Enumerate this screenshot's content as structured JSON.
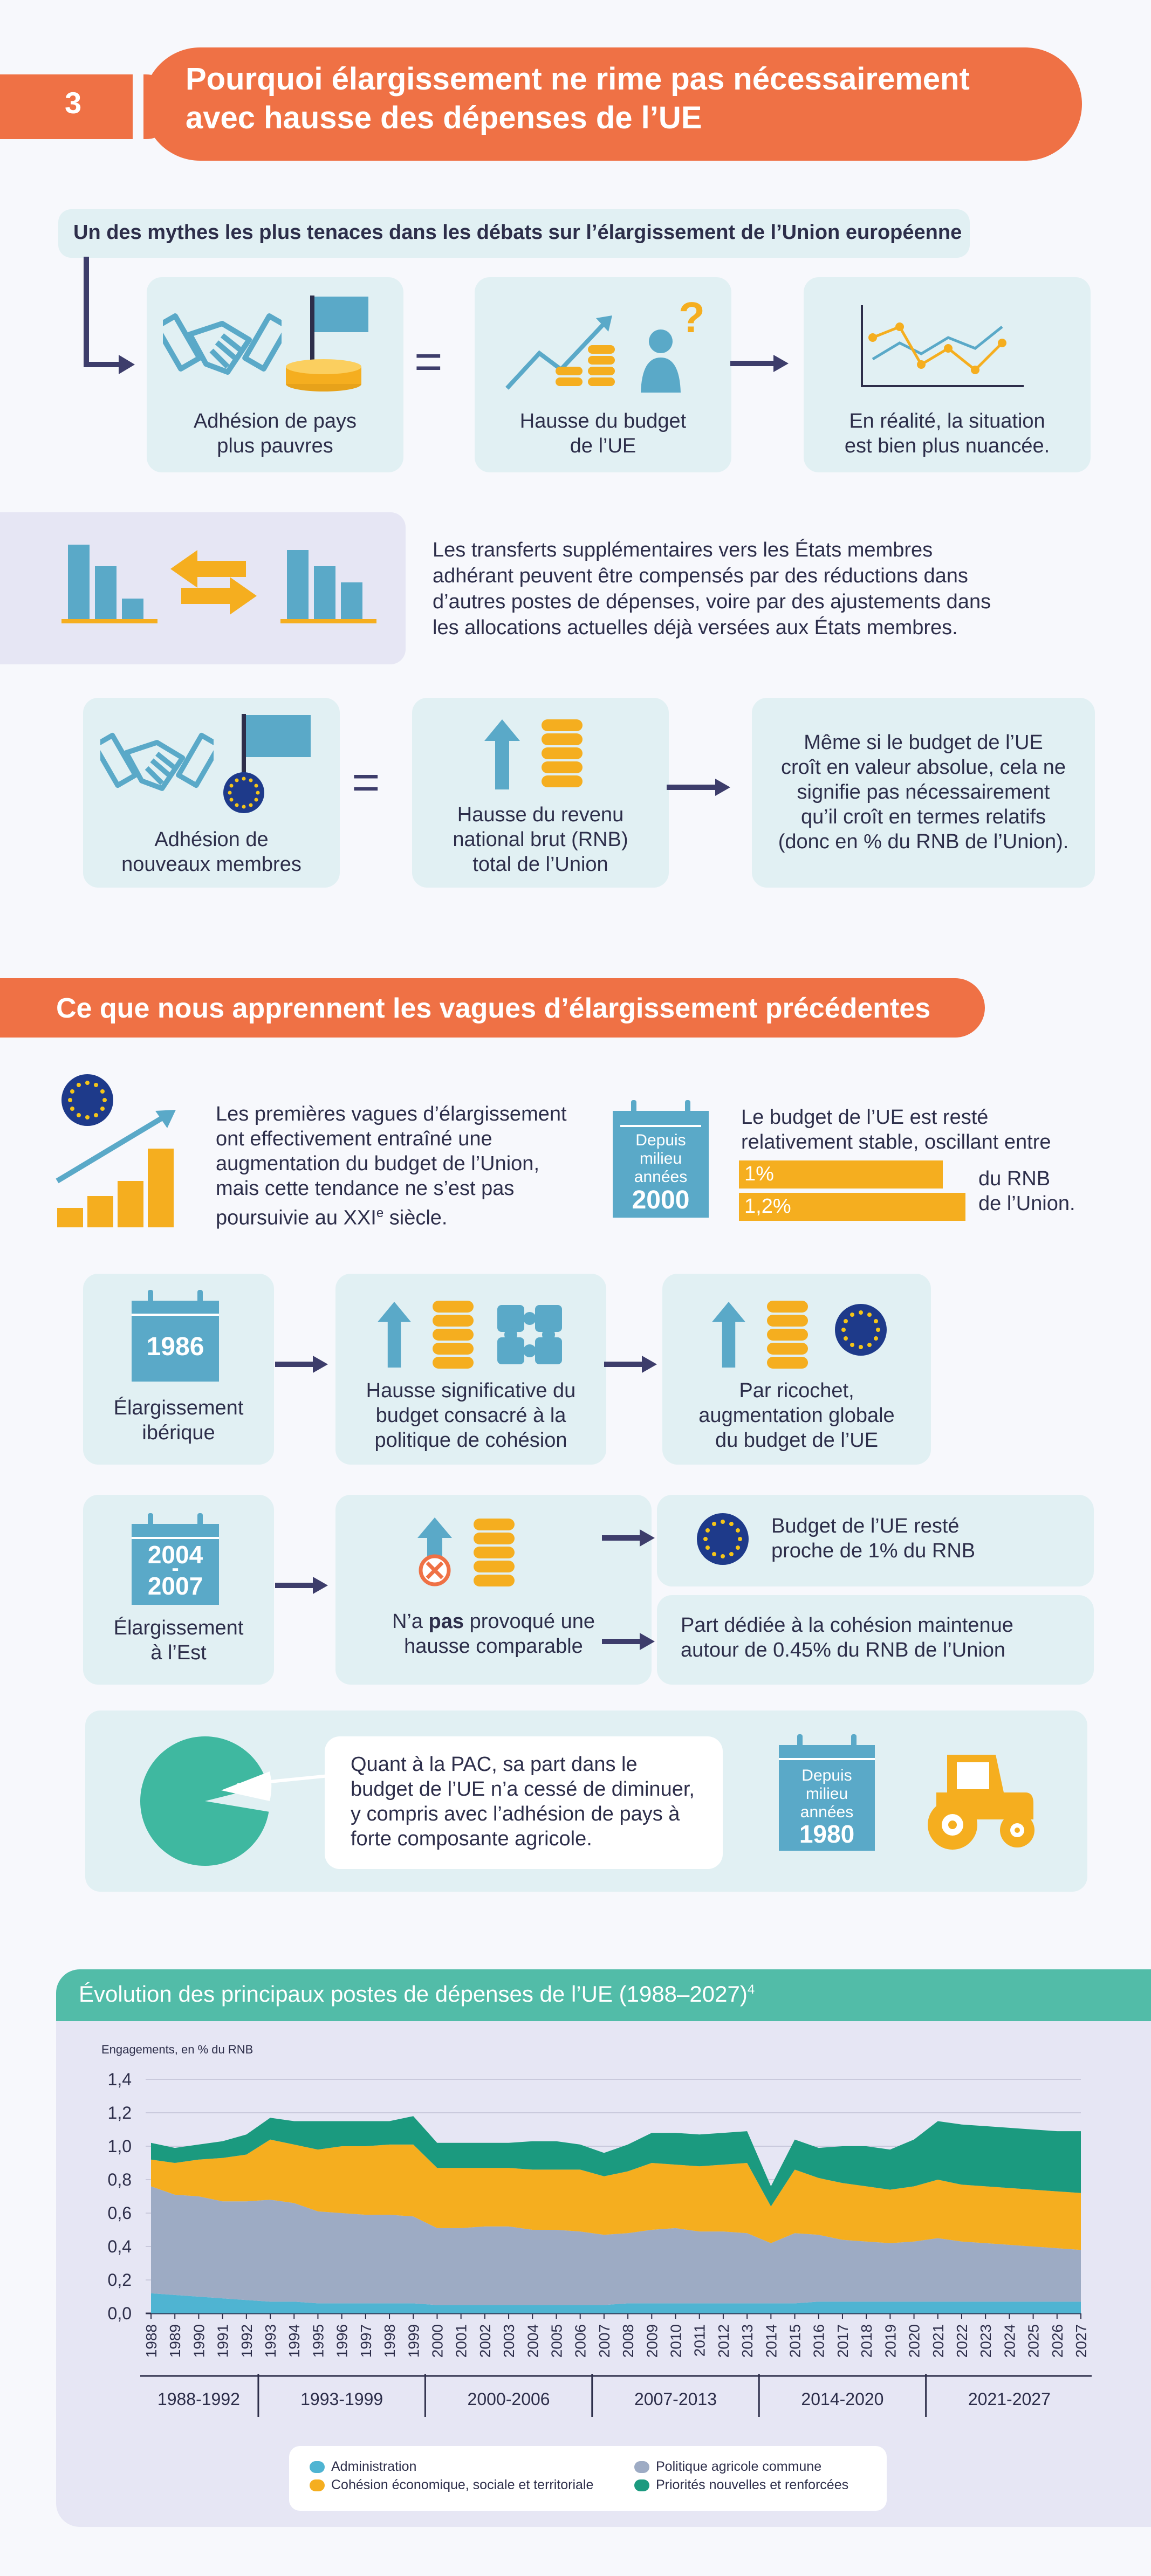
{
  "section3": {
    "number": "3",
    "title_line1": "Pourquoi élargissement ne rime pas nécessairement",
    "title_line2": "avec hausse des dépenses de l’UE"
  },
  "myth": {
    "banner": "Un des mythes les plus tenaces dans les débats sur l’élargissement de l’Union européenne",
    "box1_l1": "Adhésion de pays",
    "box1_l2": "plus pauvres",
    "equals": "=",
    "box2_l1": "Hausse du budget",
    "box2_l2": "de l’UE",
    "box3_l1": "En réalité, la situation",
    "box3_l2": "est bien plus nuancée."
  },
  "transfers": {
    "l1": "Les transferts supplémentaires vers les États membres",
    "l2": "adhérant peuvent être compensés par des réductions dans",
    "l3": "d’autres postes de dépenses, voire par des ajustements dans",
    "l4": "les allocations actuelles déjà versées aux États membres."
  },
  "rnb": {
    "box1_l1": "Adhésion de",
    "box1_l2": "nouveaux membres",
    "equals": "=",
    "box2_l1": "Hausse du revenu",
    "box2_l2": "national brut (RNB)",
    "box2_l3": "total de l’Union",
    "box3_l1": "Même si le budget de l’UE",
    "box3_l2": "croît en valeur absolue, cela ne",
    "box3_l3": "signifie pas nécessairement",
    "box3_l4": "qu’il croît en termes relatifs",
    "box3_l5": "(donc en % du RNB de l’Union)."
  },
  "lessons": {
    "title": "Ce que nous apprennent les vagues d’élargissement précédentes",
    "first_l1": "Les premières vagues d’élargissement",
    "first_l2": "ont effectivement entraîné une",
    "first_l3": "augmentation du budget de l’Union,",
    "first_l4": "mais cette tendance ne s’est pas",
    "first_l5a": "poursuivie au XXI",
    "first_l5sup": "e",
    "first_l5b": " siècle.",
    "since2000_a": "Depuis",
    "since2000_b": "milieu",
    "since2000_c": "années",
    "since2000_d": "2000",
    "stable_l1": "Le budget de l’UE est resté",
    "stable_l2": "relativement stable, oscillant entre",
    "bar1": "1%",
    "bar2": "1,2%",
    "rnb_l1": "du RNB",
    "rnb_l2": "de l’Union."
  },
  "iberian": {
    "year": "1986",
    "label_l1": "Élargissement",
    "label_l2": "ibérique",
    "mid_l1": "Hausse significative du",
    "mid_l2": "budget consacré à la",
    "mid_l3": "politique de cohésion",
    "right_l1": "Par ricochet,",
    "right_l2": "augmentation globale",
    "right_l3": "du budget de l’UE"
  },
  "east": {
    "year1": "2004",
    "dash": "-",
    "year2": "2007",
    "label_l1": "Élargissement",
    "label_l2": "à l’Est",
    "mid_l1a": "N’a ",
    "mid_l1b": "pas",
    "mid_l1c": " provoqué une",
    "mid_l2": "hausse comparable",
    "r1_l1": "Budget de l’UE resté",
    "r1_l2": "proche de 1% du RNB",
    "r2_l1": "Part dédiée à la cohésion maintenue",
    "r2_l2": "autour de 0.45% du RNB de l’Union"
  },
  "pac": {
    "l1": "Quant à la PAC, sa part dans le",
    "l2": "budget de l’UE n’a cessé de diminuer,",
    "l3": "y compris avec l’adhésion de pays à",
    "l4": "forte composante agricole.",
    "since_a": "Depuis",
    "since_b": "milieu",
    "since_c": "années",
    "since_d": "1980"
  },
  "icons": {
    "handshake": "handshake-icon",
    "flag_coins": "flag-coins-icon",
    "growth": "growth-chart-icon",
    "person_question": "person-question-icon",
    "line_chart": "line-chart-icon",
    "bars": "bar-chart-icon",
    "swap": "swap-arrows-icon",
    "eu_flag": "eu-flag-icon",
    "arrow_up": "arrow-up-icon",
    "coins": "coins-icon",
    "calendar": "calendar-icon",
    "puzzle": "puzzle-hands-icon",
    "pie": "pie-chart-icon",
    "tractor": "tractor-icon"
  },
  "colors": {
    "orange": "#ef7145",
    "teal": "#5aa9c8",
    "light_teal": "#e1f0f3",
    "navy": "#2d2e4a",
    "yellow": "#f5ae1f",
    "green_header": "#52bca8",
    "admin": "#4fb4d2",
    "cohesion": "#f5ae1f",
    "pac": "#9dabc4",
    "new_priorities": "#1b9a7f"
  },
  "chart_data": {
    "type": "area",
    "title": "Évolution des principaux postes de dépenses de l’UE (1988–2027)",
    "title_sup": "4",
    "ylabel": "Engagements, en % du RNB",
    "ylim": [
      0,
      1.4
    ],
    "yticks": [
      "0,0",
      "0,2",
      "0,4",
      "0,6",
      "0,8",
      "1,0",
      "1,2",
      "1,4"
    ],
    "x": [
      1988,
      1989,
      1990,
      1991,
      1992,
      1993,
      1994,
      1995,
      1996,
      1997,
      1998,
      1999,
      2000,
      2001,
      2002,
      2003,
      2004,
      2005,
      2006,
      2007,
      2008,
      2009,
      2010,
      2011,
      2012,
      2013,
      2014,
      2015,
      2016,
      2017,
      2018,
      2019,
      2020,
      2021,
      2022,
      2023,
      2024,
      2025,
      2026,
      2027
    ],
    "stacked": true,
    "series": [
      {
        "name": "Administration",
        "color": "#4fb4d2",
        "values": [
          0.12,
          0.11,
          0.1,
          0.09,
          0.08,
          0.07,
          0.07,
          0.06,
          0.06,
          0.06,
          0.06,
          0.06,
          0.05,
          0.05,
          0.05,
          0.05,
          0.05,
          0.05,
          0.05,
          0.05,
          0.06,
          0.06,
          0.06,
          0.06,
          0.06,
          0.06,
          0.06,
          0.06,
          0.07,
          0.07,
          0.07,
          0.07,
          0.07,
          0.07,
          0.07,
          0.07,
          0.07,
          0.07,
          0.07,
          0.07
        ]
      },
      {
        "name": "Politique agricole commune",
        "color": "#9dabc4",
        "values": [
          0.64,
          0.6,
          0.6,
          0.58,
          0.59,
          0.61,
          0.59,
          0.55,
          0.54,
          0.53,
          0.53,
          0.52,
          0.46,
          0.46,
          0.47,
          0.47,
          0.45,
          0.45,
          0.44,
          0.42,
          0.42,
          0.44,
          0.45,
          0.43,
          0.43,
          0.42,
          0.36,
          0.42,
          0.4,
          0.37,
          0.36,
          0.35,
          0.36,
          0.38,
          0.36,
          0.35,
          0.34,
          0.33,
          0.32,
          0.31
        ]
      },
      {
        "name": "Cohésion économique, sociale et territoriale",
        "color": "#f5ae1f",
        "values": [
          0.16,
          0.19,
          0.22,
          0.26,
          0.28,
          0.36,
          0.35,
          0.37,
          0.4,
          0.41,
          0.42,
          0.43,
          0.36,
          0.36,
          0.35,
          0.35,
          0.36,
          0.36,
          0.37,
          0.35,
          0.37,
          0.4,
          0.38,
          0.39,
          0.4,
          0.42,
          0.22,
          0.38,
          0.34,
          0.34,
          0.33,
          0.32,
          0.33,
          0.35,
          0.34,
          0.34,
          0.34,
          0.34,
          0.34,
          0.34
        ]
      },
      {
        "name": "Priorités nouvelles et renforcées",
        "color": "#1b9a7f",
        "values": [
          0.1,
          0.09,
          0.09,
          0.1,
          0.12,
          0.13,
          0.14,
          0.17,
          0.15,
          0.15,
          0.14,
          0.17,
          0.15,
          0.15,
          0.15,
          0.15,
          0.17,
          0.17,
          0.15,
          0.14,
          0.16,
          0.18,
          0.19,
          0.19,
          0.19,
          0.19,
          0.12,
          0.18,
          0.18,
          0.22,
          0.24,
          0.24,
          0.28,
          0.35,
          0.36,
          0.36,
          0.36,
          0.36,
          0.36,
          0.37
        ]
      }
    ],
    "periods": [
      "1988-1992",
      "1993-1999",
      "2000-2006",
      "2007-2013",
      "2014-2020",
      "2021-2027"
    ],
    "period_ranges": [
      [
        1988,
        1992
      ],
      [
        1993,
        1999
      ],
      [
        2000,
        2006
      ],
      [
        2007,
        2013
      ],
      [
        2014,
        2020
      ],
      [
        2021,
        2027
      ]
    ],
    "legend": [
      "Administration",
      "Politique agricole commune",
      "Cohésion économique, sociale et territoriale",
      "Priorités nouvelles et renforcées"
    ],
    "legend_position": "bottom",
    "grid": true
  }
}
